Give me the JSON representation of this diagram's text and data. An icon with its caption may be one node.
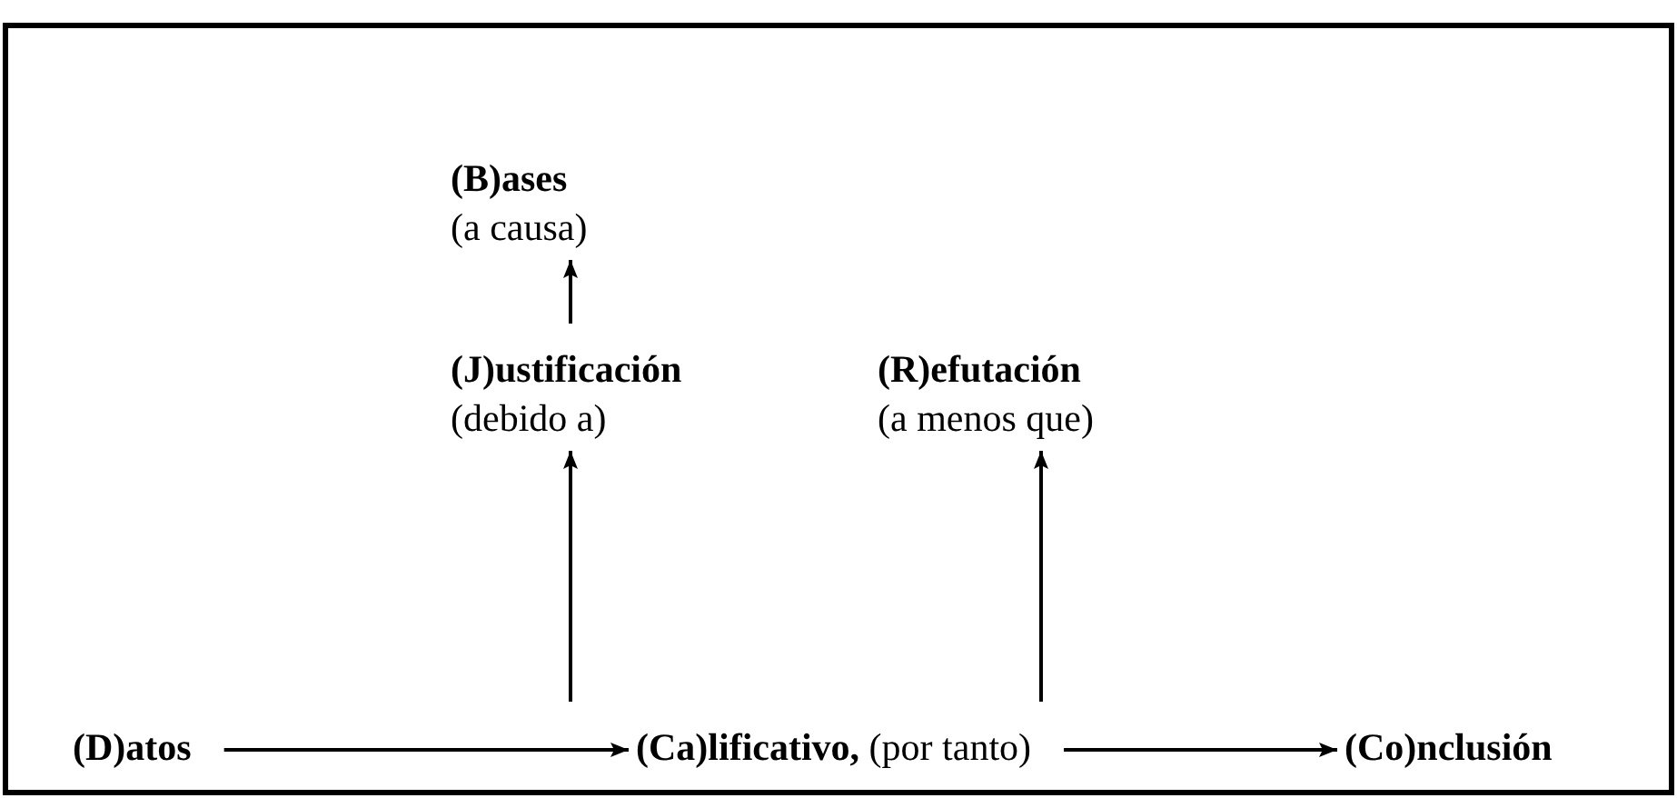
{
  "diagram": {
    "nodes": [
      {
        "text": [
          "(B)ases",
          "(a causa)"
        ]
      },
      {
        "text": [
          "(J)ustificación",
          "(debido a)"
        ]
      },
      {
        "text": [
          "(R)efutación",
          "(a menos que)"
        ]
      },
      {
        "text": [
          "(D)atos"
        ]
      },
      {
        "text": [
          "(Ca)lificativo,",
          "(por tanto)"
        ]
      },
      {
        "text": [
          "(Co)nclusión"
        ]
      }
    ],
    "edges": [
      {
        "from": 3,
        "to": 4,
        "arrow": "to"
      },
      {
        "from": 4,
        "to": 5,
        "arrow": "to"
      },
      {
        "from": 4,
        "to": 1,
        "arrow": "to"
      },
      {
        "from": 1,
        "to": 0,
        "arrow": "to"
      },
      {
        "from": 4,
        "to": 2,
        "arrow": "to"
      }
    ]
  }
}
